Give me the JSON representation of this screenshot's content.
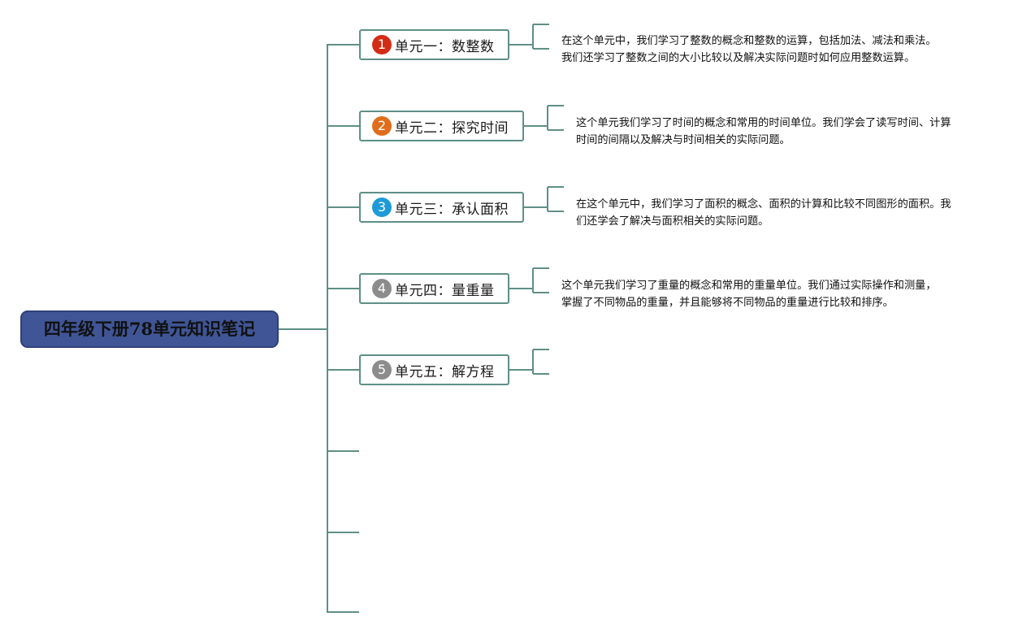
{
  "root": {
    "title": "四年级下册78单元知识笔记",
    "color": "#3f5596"
  },
  "line_color": "#5f8f86",
  "units": [
    {
      "number": "1",
      "badge_color": "#d32c16",
      "label": "单元一：数整数",
      "note": [
        "在这个单元中，我们学习了整数的概念和整数的运算，包括加法、减法和乘法。",
        "我们还学习了整数之间的大小比较以及解决实际问题时如何应用整数运算。"
      ]
    },
    {
      "number": "2",
      "badge_color": "#e06d1b",
      "label": "单元二：探究时间",
      "note": [
        "这个单元我们学习了时间的概念和常用的时间单位。我们学会了读写时间、计算",
        "时间的间隔以及解决与时间相关的实际问题。"
      ]
    },
    {
      "number": "3",
      "badge_color": "#1e9bd7",
      "label": "单元三：承认面积",
      "note": [
        "在这个单元中，我们学习了面积的概念、面积的计算和比较不同图形的面积。我",
        "们还学会了解决与面积相关的实际问题。"
      ]
    },
    {
      "number": "4",
      "badge_color": "#8c8c8c",
      "label": "单元四：量重量",
      "note": [
        "这个单元我们学习了重量的概念和常用的重量单位。我们通过实际操作和测量，",
        "掌握了不同物品的重量，并且能够将不同物品的重量进行比较和排序。"
      ]
    },
    {
      "number": "5",
      "badge_color": "#8c8c8c",
      "label": "单元五：解方程",
      "note": []
    }
  ]
}
